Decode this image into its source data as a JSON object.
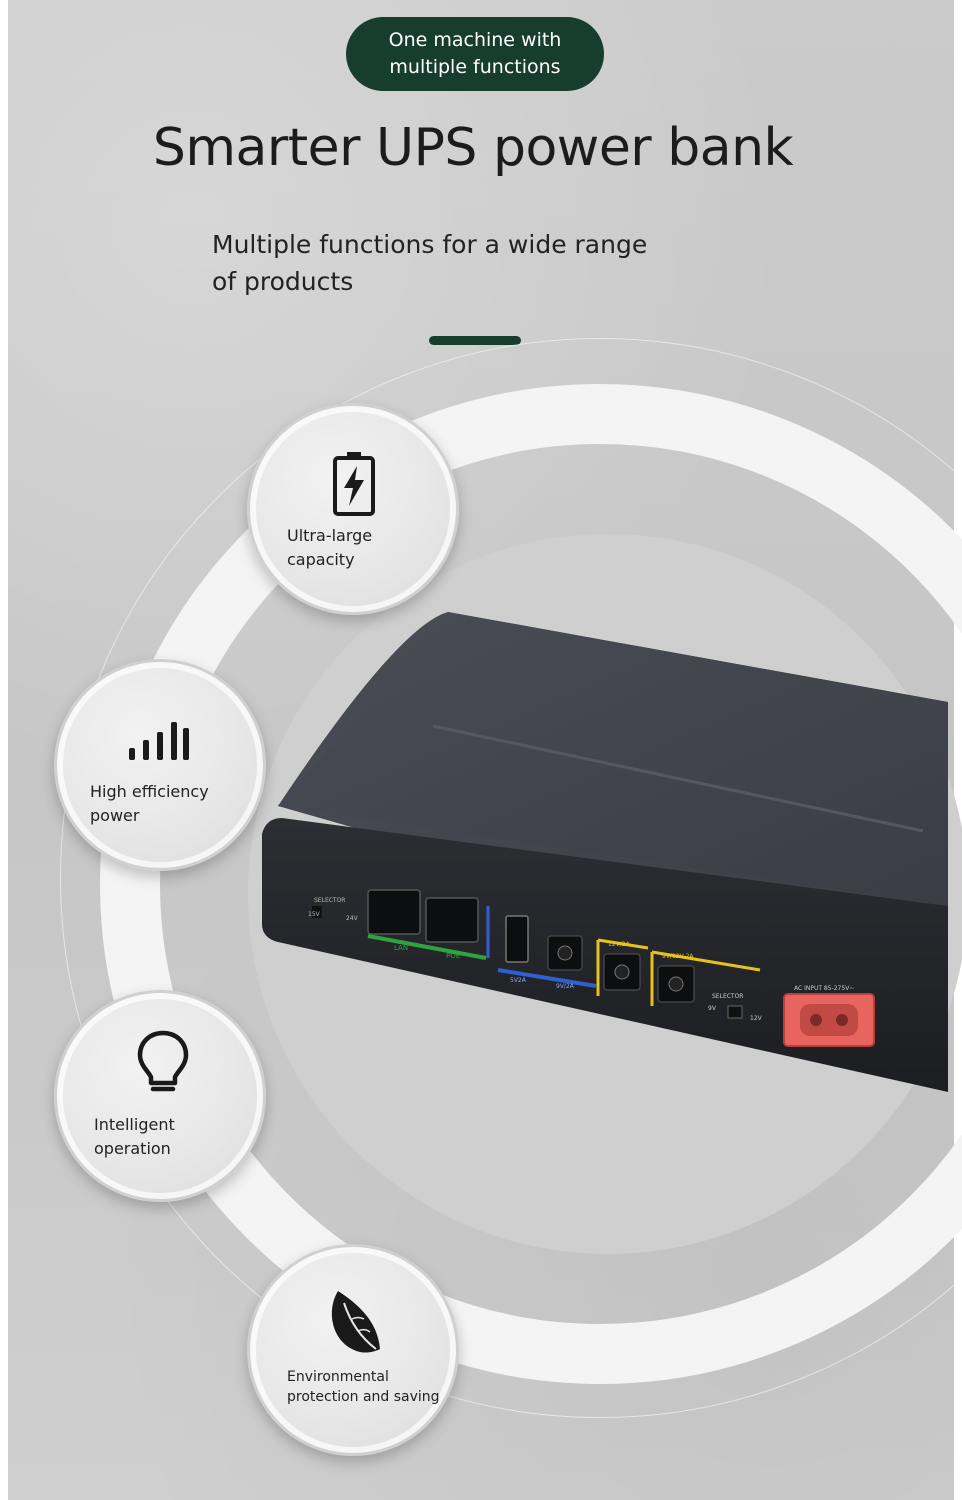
{
  "badge": {
    "line1": "One machine with",
    "line2": "multiple functions"
  },
  "headline": "Smarter UPS power bank",
  "subtitle": "Multiple functions for a wide range of products",
  "features": [
    {
      "icon": "battery-charging-icon",
      "line1": "Ultra-large",
      "line2": "capacity"
    },
    {
      "icon": "signal-bars-icon",
      "line1": "High efficiency",
      "line2": "power"
    },
    {
      "icon": "lightbulb-icon",
      "line1": "Intelligent",
      "line2": "operation"
    },
    {
      "icon": "leaf-icon",
      "line1": "Environmental",
      "line2": "protection and saving"
    }
  ],
  "device_labels": {
    "lan": "LAN",
    "poe": "POE",
    "selector": "SELECTOR",
    "v15": "15V",
    "v24": "24V",
    "v9": "9V",
    "v12": "12V",
    "usb": "5V2A",
    "dc_blue": "9V/2A",
    "dc_yellow1": "12V/2A",
    "dc_yellow2": "9V/12V 2A",
    "ac_input": "AC INPUT 85-275V~"
  },
  "colors": {
    "brand_green": "#173d2f",
    "lan_green": "#2fa33e",
    "usb_blue": "#2f5fd0",
    "dc_yellow": "#e6c21c",
    "ac_red": "#e8645e"
  }
}
